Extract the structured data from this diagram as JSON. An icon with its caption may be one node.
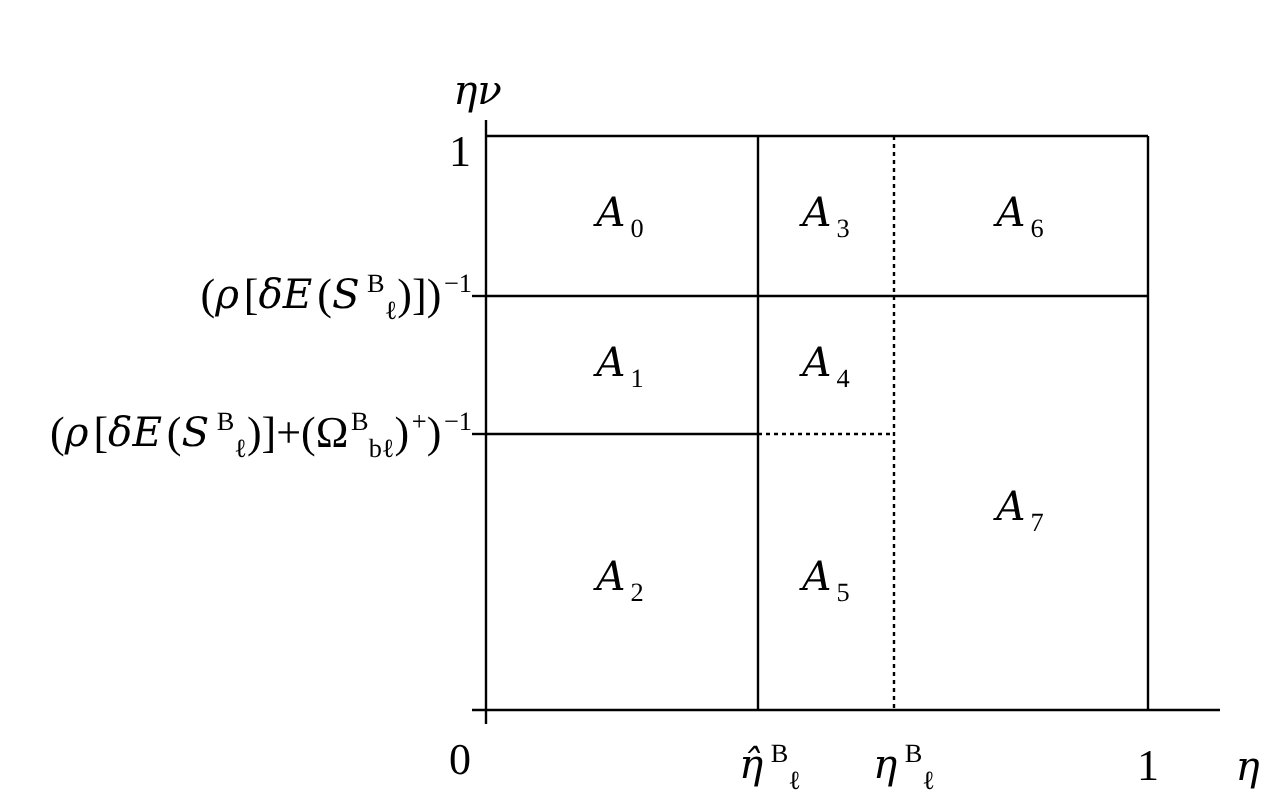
{
  "diagram": {
    "labels": [
      "*ην*",
      "1",
      "*A*$_{0}$",
      "*A*$_{3}$",
      "*A*$_{6}$",
      "(*ρ*[*δE*(*S*$^{B}$$_{ℓ}$)])$^{−1}$",
      "*A*$_{1}$",
      "*A*$_{4}$",
      "(*ρ*[*δE*(*S*$^{B}$$_{ℓ}$)]+(Ω$^{B}$$_{bℓ}$)$^{+}$)$^{−1}$",
      "*A*$_{7}$",
      "*A*$_{2}$",
      "*A*$_{5}$",
      "0",
      "*η̂*$^{B}$$_{ℓ}$",
      "*η*$^{B}$$_{ℓ}$",
      "1",
      "*η*"
    ]
  }
}
